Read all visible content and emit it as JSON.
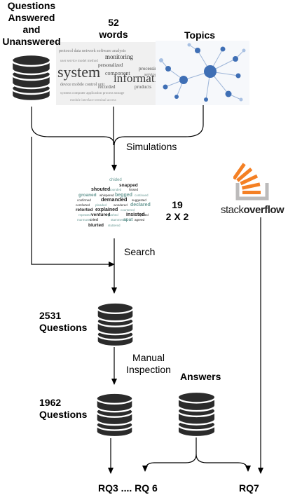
{
  "labels": {
    "source": "Questions\nAnswered\nand\nUnanswered",
    "words": "52\nwords",
    "topics": "Topics",
    "simulations": "Simulations",
    "verbs_count": "19\n2 X 2",
    "search": "Search",
    "q2531": "2531\nQuestions",
    "manual": "Manual\nInspection",
    "answers": "Answers",
    "q1962": "1962\nQuestions",
    "rq3_6": "RQ3 .... RQ 6",
    "rq7": "RQ7"
  },
  "wordcloud_terms": [
    "system",
    "information",
    "personalized",
    "processing",
    "monitoring",
    "products",
    "protocol",
    "component",
    "recorded",
    "systems"
  ],
  "verbs_cloud": [
    {
      "t": "chided",
      "c": "#6a9a95"
    },
    {
      "t": "snapped",
      "c": "#222222"
    },
    {
      "t": "shouted",
      "c": "#222222"
    },
    {
      "t": "sounded",
      "c": "#6a9a95"
    },
    {
      "t": "hissed",
      "c": "#222222"
    },
    {
      "t": "groaned",
      "c": "#6a9a95"
    },
    {
      "t": "whispered",
      "c": "#222222"
    },
    {
      "t": "begged",
      "c": "#6a9a95"
    },
    {
      "t": "continued",
      "c": "#6a9a95"
    },
    {
      "t": "confirmed",
      "c": "#222222"
    },
    {
      "t": "demanded",
      "c": "#222222"
    },
    {
      "t": "suggested",
      "c": "#222222"
    },
    {
      "t": "comforted",
      "c": "#222222"
    },
    {
      "t": "pleaded",
      "c": "#6a9a95"
    },
    {
      "t": "wondered",
      "c": "#222222"
    },
    {
      "t": "declared",
      "c": "#6a9a95"
    },
    {
      "t": "retorted",
      "c": "#222222"
    },
    {
      "t": "explained",
      "c": "#222222"
    },
    {
      "t": "countered",
      "c": "#6a9a95"
    },
    {
      "t": "repeated",
      "c": "#6a9a95"
    },
    {
      "t": "ventured",
      "c": "#222222"
    },
    {
      "t": "gushed",
      "c": "#6a9a95"
    },
    {
      "t": "insisted",
      "c": "#222222"
    },
    {
      "t": "yelled",
      "c": "#222222"
    },
    {
      "t": "murmured",
      "c": "#6a9a95"
    },
    {
      "t": "cried",
      "c": "#222222"
    },
    {
      "t": "stammered",
      "c": "#6a9a95"
    },
    {
      "t": "spat",
      "c": "#6a9a95"
    },
    {
      "t": "agreed",
      "c": "#222222"
    },
    {
      "t": "blurted",
      "c": "#222222"
    },
    {
      "t": "stuttered",
      "c": "#6a9a95"
    }
  ],
  "logo": {
    "part1": "stack",
    "part2": "overflow",
    "accent": "#f48024",
    "gray": "#bcbbbb"
  },
  "colors": {
    "db_fill": "#2b2b2b",
    "db_band": "#ffffff",
    "line": "#000000",
    "node": "#3f6fb5",
    "node_light": "#a9c1e3"
  }
}
